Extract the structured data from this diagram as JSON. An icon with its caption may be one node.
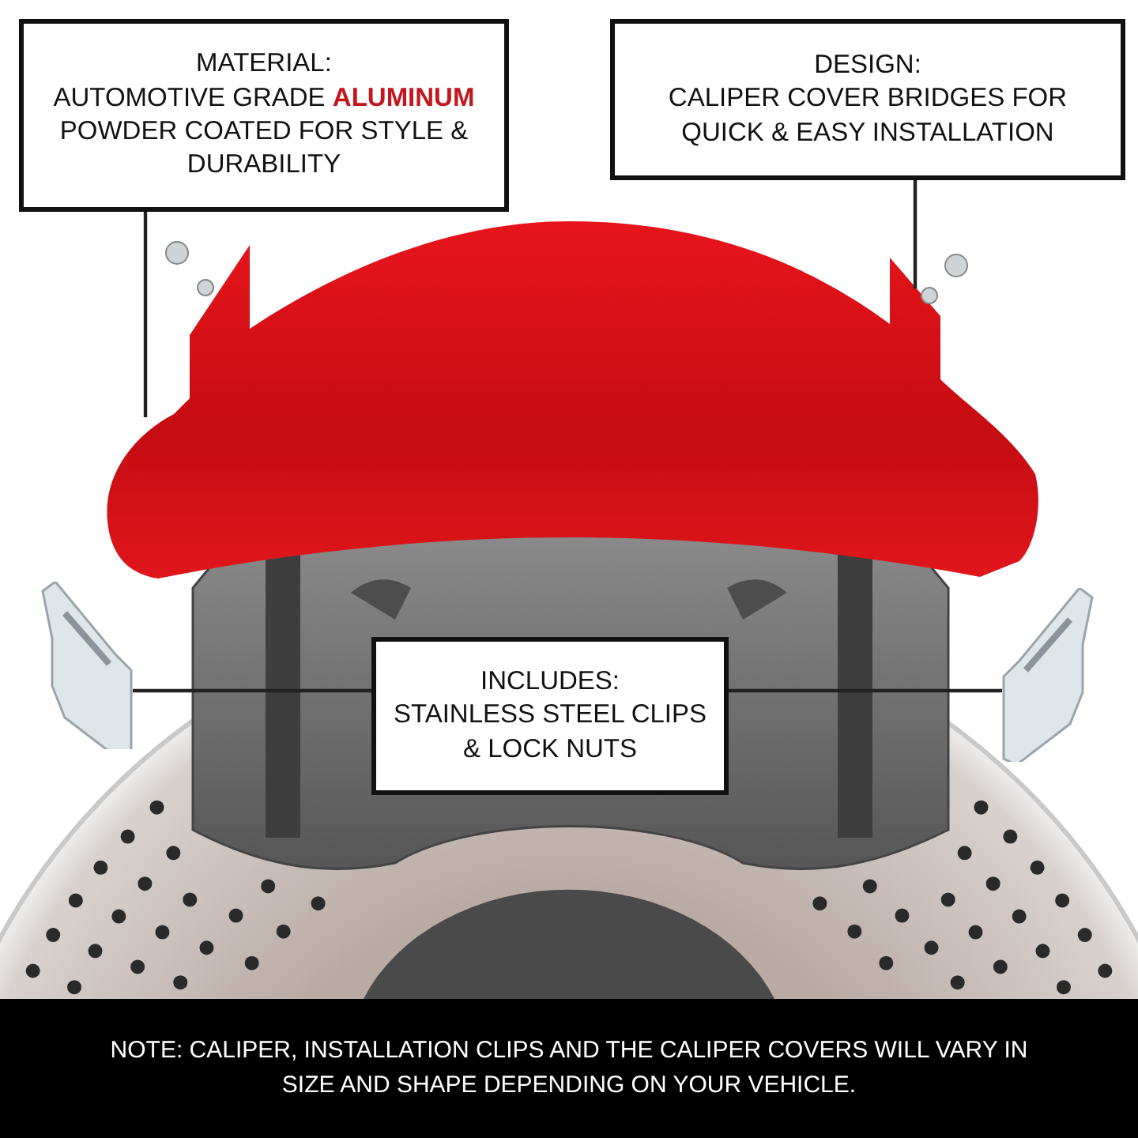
{
  "diagram": {
    "nodes": [
      {
        "text": [
          "MATERIAL:",
          "AUTOMOTIVE GRADE **ALUMINUM** POWDER COATED FOR STYLE & DURABILITY"
        ]
      },
      {
        "text": [
          "DESIGN:",
          "CALIPER COVER BRIDGES FOR QUICK & EASY INSTALLATION"
        ]
      },
      {
        "text": [
          "INCLUDES:",
          "STAINLESS STEEL CLIPS & LOCK NUTS"
        ]
      },
      {
        "text": [],
        "shape": "picture"
      },
      {
        "text": [],
        "shape": "picture"
      },
      {
        "text": [],
        "shape": "picture"
      }
    ],
    "edges": [
      {
        "from": 0,
        "to": 3,
        "arrow": "none"
      },
      {
        "from": 1,
        "to": 3,
        "arrow": "none"
      },
      {
        "from": 2,
        "to": 4,
        "arrow": "none"
      },
      {
        "from": 2,
        "to": 5,
        "arrow": "none"
      }
    ],
    "labels": [
      "NOTE: CALIPER, INSTALLATION CLIPS AND THE CALIPER COVERS WILL VARY IN SIZE AND SHAPE DEPENDING ON YOUR VEHICLE."
    ]
  }
}
